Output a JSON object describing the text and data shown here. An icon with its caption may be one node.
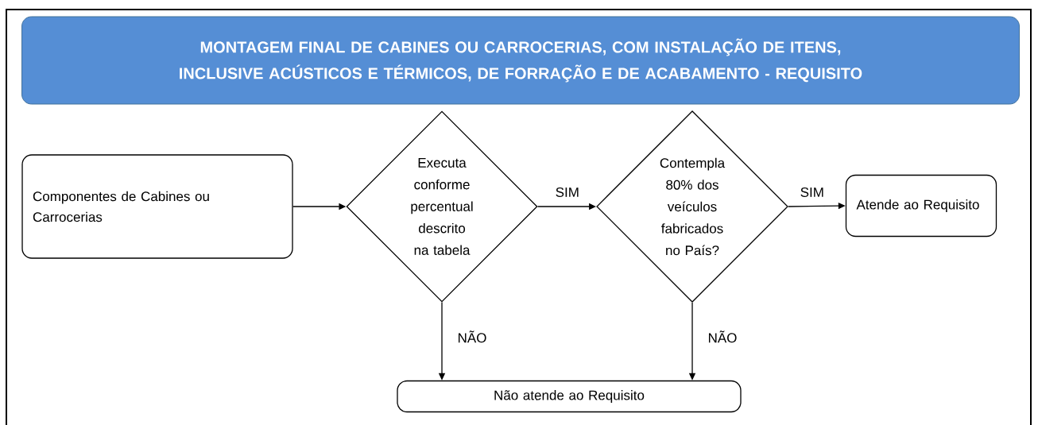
{
  "diagram": {
    "title": "MONTAGEM FINAL DE CABINES OU CARROCERIAS, COM INSTALAÇÃO DE ITENS, INCLUSIVE ACÚSTICOS E TÉRMICOS, DE FORRAÇÃO E DE ACABAMENTO - REQUISITO",
    "nodes": [
      {
        "text": [
          "Componentes de Cabines ou Carrocerias"
        ]
      },
      {
        "text": [
          "Executa conforme percentual descrito na tabela"
        ]
      },
      {
        "text": [
          "Contempla 80% dos veículos fabricados no País?"
        ]
      },
      {
        "text": [
          "Atende ao Requisito"
        ]
      },
      {
        "text": [
          "Não atende ao Requisito"
        ]
      }
    ],
    "edges": [
      {
        "from": 0,
        "to": 1,
        "arrow": "to"
      },
      {
        "from": 1,
        "to": 2,
        "arrow": "to",
        "label": "SIM"
      },
      {
        "from": 2,
        "to": 3,
        "arrow": "to",
        "label": "SIM"
      },
      {
        "from": 1,
        "to": 4,
        "arrow": "to",
        "label": "NÃO"
      },
      {
        "from": 2,
        "to": 4,
        "arrow": "to",
        "label": "NÃO"
      }
    ]
  }
}
